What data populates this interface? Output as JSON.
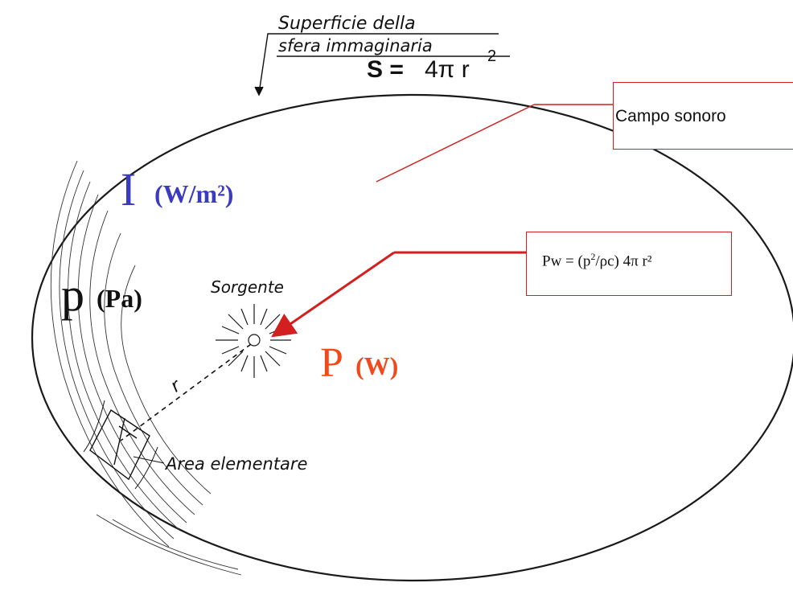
{
  "labels": {
    "superficie_line1": "Superficie della",
    "superficie_line2": "sfera immaginaria",
    "surface_formula_S": "S =",
    "surface_formula_rhs": "4π r",
    "surface_formula_exp": "2",
    "intensity_symbol": "I",
    "intensity_unit": "(W/m²)",
    "pressure_symbol": "p",
    "pressure_unit": "(Pa)",
    "power_symbol": "P",
    "power_unit": "(W)",
    "sorgente": "Sorgente",
    "radius": "r",
    "area_elementare": "Area elementare"
  },
  "callouts": {
    "campo_sonoro": "Campo sonoro",
    "pw_formula": {
      "prefix": "Pw = (p",
      "exp1": "2",
      "mid": "/ρc) 4π r²"
    }
  },
  "colors": {
    "intensity": "#3b3bbf",
    "power": "#f04a1c",
    "callout": "#d21f1f",
    "ink": "#111111"
  }
}
